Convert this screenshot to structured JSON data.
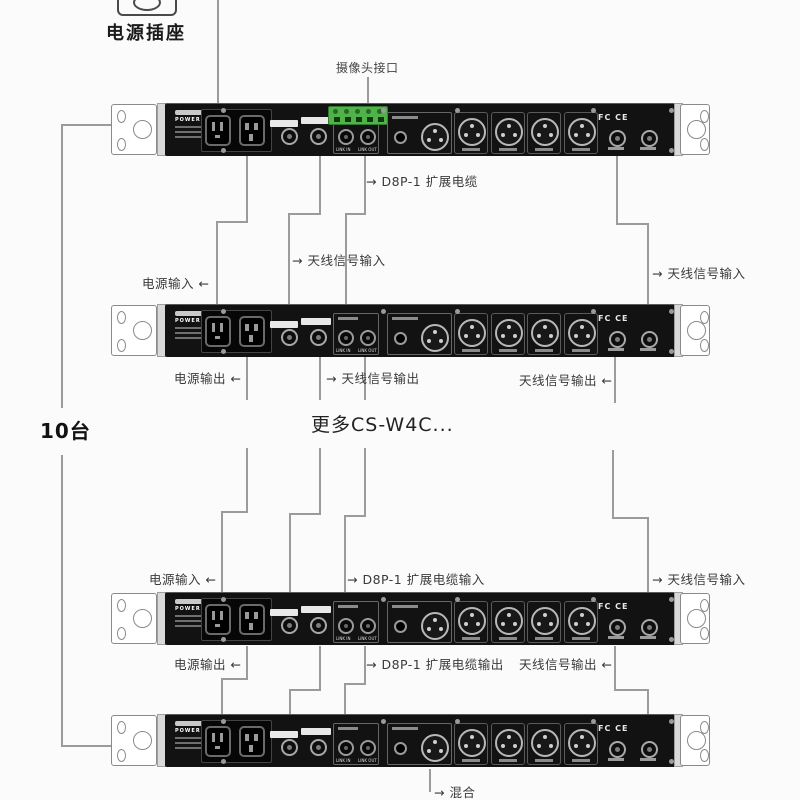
{
  "labels": {
    "power_socket": "电源插座",
    "camera_port": "摄像头接口",
    "d8p1_cable": "→ D8P-1 扩展电缆",
    "antenna_signal_in_mid": "→ 天线信号输入",
    "power_in_1": "电源输入 ←",
    "antenna_signal_in_right_1": "→ 天线信号输入",
    "power_out_1": "电源输出 ←",
    "antenna_signal_out_mid": "→ 天线信号输出",
    "antenna_signal_out_right_1": "天线信号输出 ←",
    "more_units": "更多CS-W4C...",
    "power_in_2": "电源输入 ←",
    "d8p1_cable_in": "→ D8P-1 扩展电缆输入",
    "antenna_signal_in_right_2": "→ 天线信号输入",
    "power_out_2": "电源输出 ←",
    "d8p1_cable_out": "→ D8P-1 扩展电缆输出",
    "antenna_signal_out_right_2": "天线信号输出 ←",
    "mix_output": "→ 混合",
    "unit_count": "10台"
  },
  "device": {
    "power_label": "POWER",
    "link_in_label": "LINK IN",
    "link_out_label": "LINK OUT",
    "cert_label": "FC CE"
  },
  "colors": {
    "connection_line": "#9b9b9b",
    "panel_black": "#121212",
    "terminal_green": "#4fb34a",
    "annotation_text": "#3a3a3a"
  }
}
